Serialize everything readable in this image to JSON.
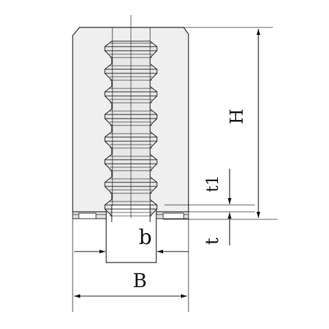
{
  "labels": {
    "height": "H",
    "width_outer": "B",
    "width_inner": "b",
    "thickness": "t",
    "thickness_1": "t1"
  },
  "colors": {
    "line": "#222222",
    "body_fill": "#efefef",
    "thread_fill": "#e8e8e8",
    "background": "#ffffff"
  }
}
